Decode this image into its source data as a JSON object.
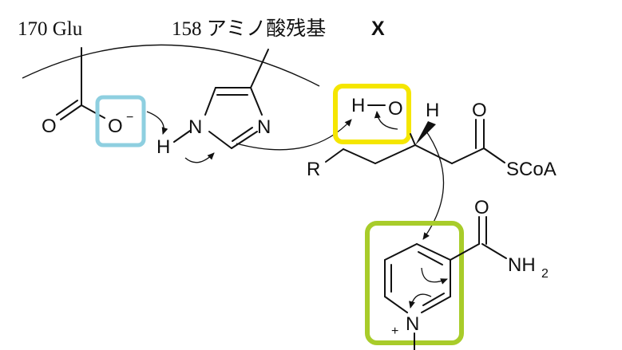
{
  "labels": {
    "residue_170": "170 Glu",
    "residue_158_prefix": "158 アミノ酸残基",
    "residue_158_x": "X"
  },
  "atoms": {
    "o_carbonyl": "O",
    "o_carboxylate": "O",
    "o_charge": "−",
    "h_imidazole": "H",
    "n_imidazole_1": "N",
    "n_imidazole_3": "N",
    "h_hydroxyl": "H",
    "o_hydroxyl": "O",
    "h_wedge": "H",
    "r_group": "R",
    "o_thioester": "O",
    "scoa": "SCoA",
    "o_amide": "O",
    "nh2": "NH",
    "nh2_sub": "2",
    "n_pyridinium": "N",
    "n_plus": "+"
  },
  "colors": {
    "carboxylate_box": "#8ecfe0",
    "hydroxyl_box": "#f5e600",
    "nicotinamide_box": "#a8cc2a",
    "ink": "#111111"
  }
}
